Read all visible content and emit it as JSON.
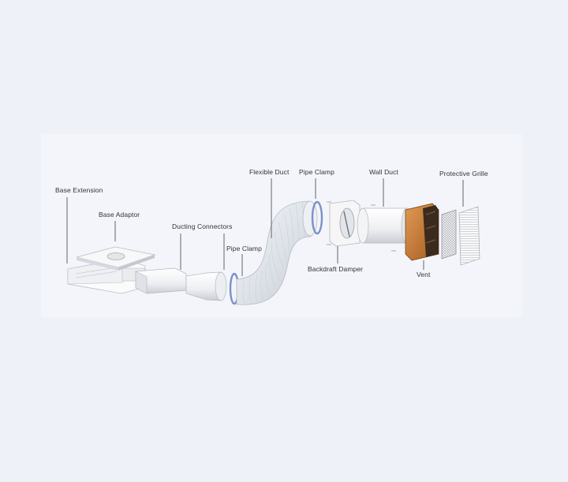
{
  "labels": {
    "base_extension": "Base Extension",
    "base_adaptor": "Base Adaptor",
    "ducting_connectors": "Ducting Connectors",
    "pipe_clamp_left": "Pipe Clamp",
    "flexible_duct": "Flexible Duct",
    "pipe_clamp_right": "Pipe Clamp",
    "wall_duct": "Wall Duct",
    "protective_grille": "Protective Grille",
    "backdraft_damper": "Backdraft Damper",
    "vent": "Vent"
  },
  "colors": {
    "background": "#eef1f8",
    "part_white": "#f7f7f7",
    "part_shadow": "#c9cdd4",
    "duct_white": "#e8ebf0",
    "vent_orange": "#c9772e",
    "leader_line": "#555555"
  }
}
